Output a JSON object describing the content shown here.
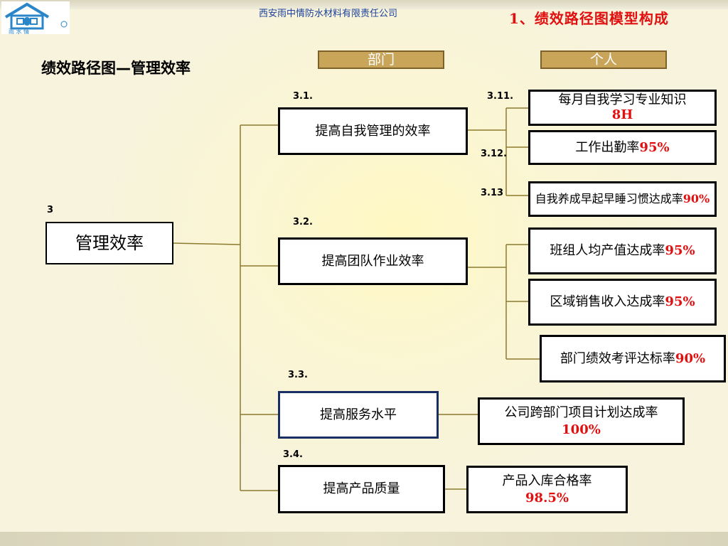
{
  "header": {
    "company_name": "西安雨中情防水材料有限责任公司",
    "section_title": "1、绩效路径图模型构成",
    "logo_text": "雨 水 情"
  },
  "page_title": "绩效路径图—管理效率",
  "columns": {
    "department": "部门",
    "individual": "个人"
  },
  "root": {
    "number": "3",
    "label": "管理效率"
  },
  "departments": [
    {
      "number": "3.1.",
      "label": "提高自我管理的效率"
    },
    {
      "number": "3.2.",
      "label": "提高团队作业效率"
    },
    {
      "number": "3.3.",
      "label": "提高服务水平"
    },
    {
      "number": "3.4.",
      "label": "提高产品质量"
    }
  ],
  "individuals": [
    {
      "number": "3.11.",
      "text": "每月自我学习专业知识",
      "value": "8H"
    },
    {
      "number": "3.12.",
      "text": "工作出勤率",
      "value": "95%"
    },
    {
      "number": "3.13",
      "text": "自我养成早起早睡习惯达成率",
      "value": "90%"
    },
    {
      "text": "班组人均产值达成率",
      "value": "95%"
    },
    {
      "text": "区域销售收入达成率",
      "value": "95%"
    },
    {
      "text": "部门绩效考评达标率",
      "value": "90%"
    },
    {
      "text": "公司跨部门项目计划达成率",
      "value": "100%"
    },
    {
      "text": "产品入库合格率",
      "value": "98.5%"
    }
  ],
  "colors": {
    "line": "#8c7a2e",
    "accent_red": "#e01010",
    "company_blue": "#1b3f9c",
    "header_fill": "#c9a55a"
  }
}
